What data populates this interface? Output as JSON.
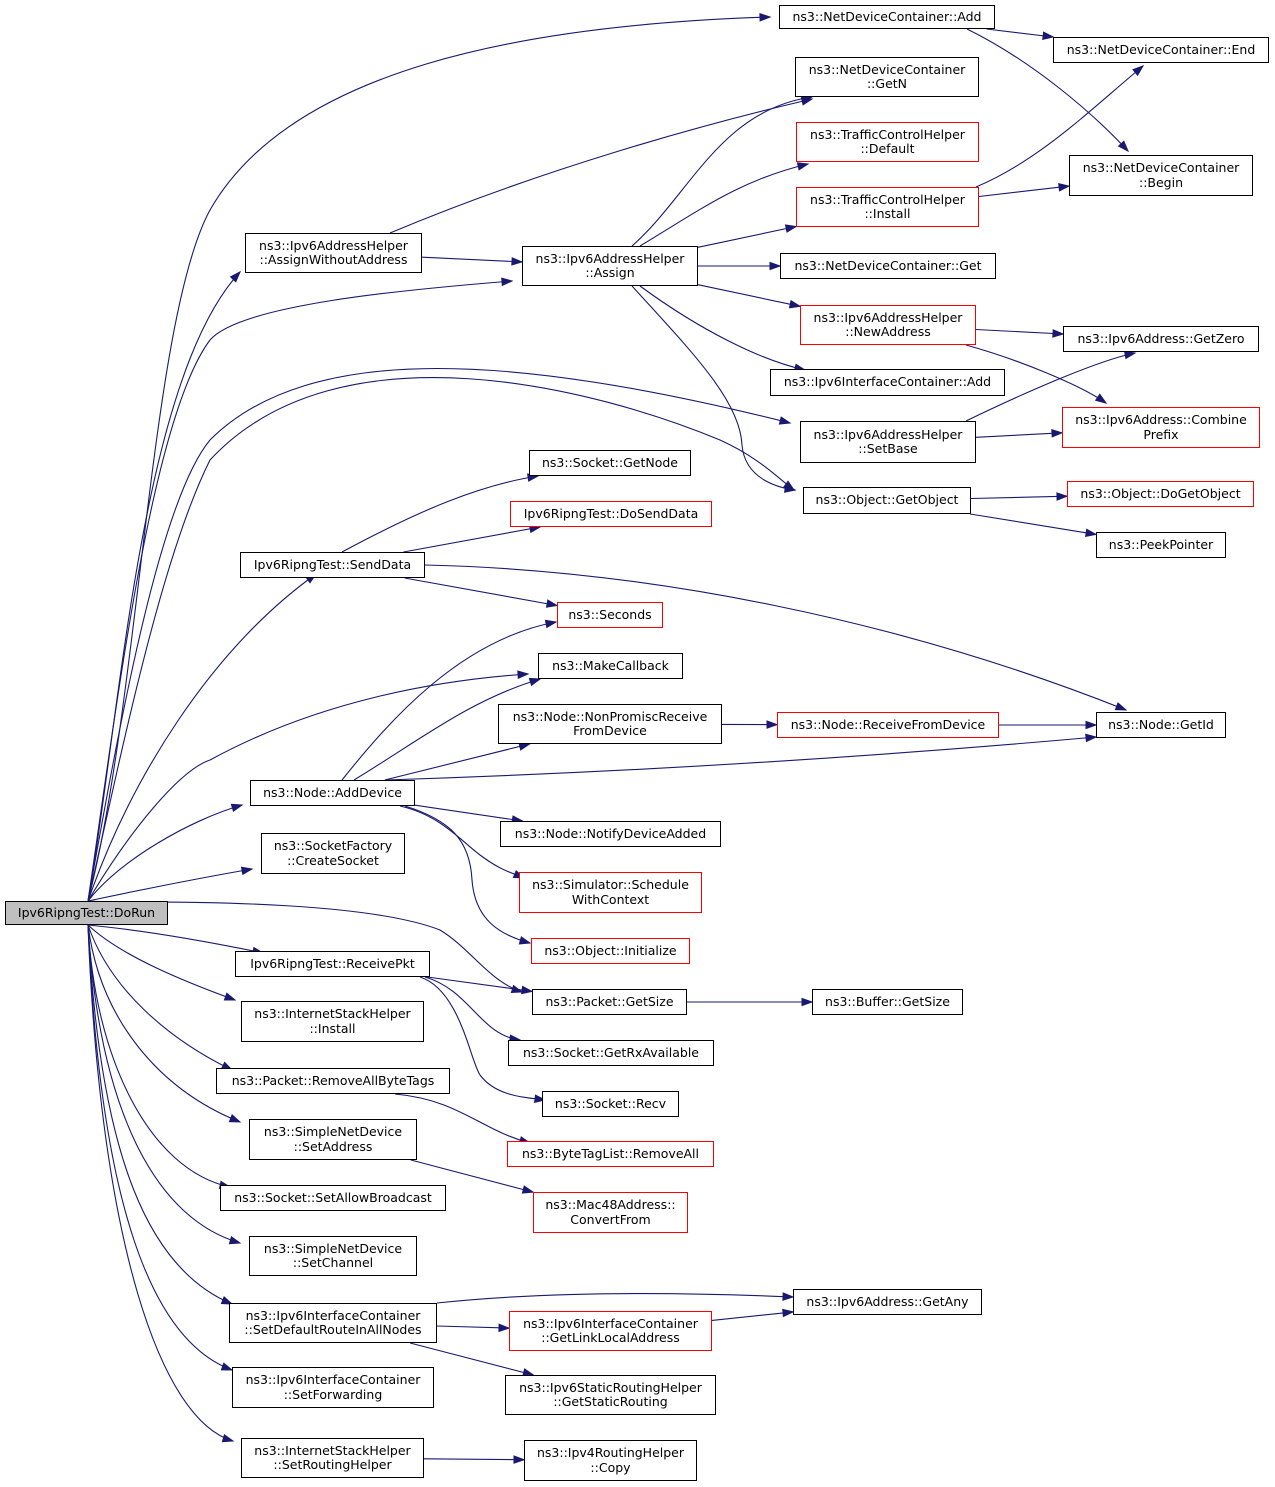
{
  "colors": {
    "edge": "#191970",
    "root_fill": "#bfbfbf",
    "truncated_border": "#ff0000",
    "border": "#000000"
  },
  "nodes": [
    {
      "id": "dorun",
      "label": "Ipv6RipngTest::DoRun",
      "root": true
    },
    {
      "id": "ndc_add",
      "label": "ns3::NetDeviceContainer::Add"
    },
    {
      "id": "ndc_end",
      "label": "ns3::NetDeviceContainer::End"
    },
    {
      "id": "ndc_getn",
      "label": "ns3::NetDeviceContainer\n::GetN"
    },
    {
      "id": "tch_default",
      "label": "ns3::TrafficControlHelper\n::Default",
      "truncated": true
    },
    {
      "id": "ndc_begin",
      "label": "ns3::NetDeviceContainer\n::Begin"
    },
    {
      "id": "tch_install",
      "label": "ns3::TrafficControlHelper\n::Install",
      "truncated": true
    },
    {
      "id": "iah_awa",
      "label": "ns3::Ipv6AddressHelper\n::AssignWithoutAddress"
    },
    {
      "id": "iah_assign",
      "label": "ns3::Ipv6AddressHelper\n::Assign"
    },
    {
      "id": "ndc_get",
      "label": "ns3::NetDeviceContainer::Get"
    },
    {
      "id": "iah_newaddr",
      "label": "ns3::Ipv6AddressHelper\n::NewAddress",
      "truncated": true
    },
    {
      "id": "ia_getzero",
      "label": "ns3::Ipv6Address::GetZero"
    },
    {
      "id": "iic_add",
      "label": "ns3::Ipv6InterfaceContainer::Add"
    },
    {
      "id": "iah_setbase",
      "label": "ns3::Ipv6AddressHelper\n::SetBase"
    },
    {
      "id": "ia_combine",
      "label": "ns3::Ipv6Address::Combine\nPrefix",
      "truncated": true
    },
    {
      "id": "sock_getnode",
      "label": "ns3::Socket::GetNode"
    },
    {
      "id": "obj_getobject",
      "label": "ns3::Object::GetObject"
    },
    {
      "id": "obj_dogetobject",
      "label": "ns3::Object::DoGetObject",
      "truncated": true
    },
    {
      "id": "rt_dosenddata",
      "label": "Ipv6RipngTest::DoSendData",
      "truncated": true
    },
    {
      "id": "peekpointer",
      "label": "ns3::PeekPointer"
    },
    {
      "id": "rt_senddata",
      "label": "Ipv6RipngTest::SendData"
    },
    {
      "id": "seconds",
      "label": "ns3::Seconds",
      "truncated": true
    },
    {
      "id": "makecallback",
      "label": "ns3::MakeCallback"
    },
    {
      "id": "node_npr",
      "label": "ns3::Node::NonPromiscReceive\nFromDevice"
    },
    {
      "id": "node_rfd",
      "label": "ns3::Node::ReceiveFromDevice",
      "truncated": true
    },
    {
      "id": "node_getid",
      "label": "ns3::Node::GetId"
    },
    {
      "id": "node_adddevice",
      "label": "ns3::Node::AddDevice"
    },
    {
      "id": "node_nda",
      "label": "ns3::Node::NotifyDeviceAdded"
    },
    {
      "id": "sf_createsocket",
      "label": "ns3::SocketFactory\n::CreateSocket"
    },
    {
      "id": "sim_swc",
      "label": "ns3::Simulator::Schedule\nWithContext",
      "truncated": true
    },
    {
      "id": "obj_initialize",
      "label": "ns3::Object::Initialize",
      "truncated": true
    },
    {
      "id": "rt_receivepkt",
      "label": "Ipv6RipngTest::ReceivePkt"
    },
    {
      "id": "pkt_getsize",
      "label": "ns3::Packet::GetSize"
    },
    {
      "id": "buf_getsize",
      "label": "ns3::Buffer::GetSize"
    },
    {
      "id": "ish_install",
      "label": "ns3::InternetStackHelper\n::Install"
    },
    {
      "id": "sock_getrx",
      "label": "ns3::Socket::GetRxAvailable"
    },
    {
      "id": "pkt_rabt",
      "label": "ns3::Packet::RemoveAllByteTags"
    },
    {
      "id": "sock_recv",
      "label": "ns3::Socket::Recv"
    },
    {
      "id": "snd_setaddress",
      "label": "ns3::SimpleNetDevice\n::SetAddress"
    },
    {
      "id": "btl_removeall",
      "label": "ns3::ByteTagList::RemoveAll",
      "truncated": true
    },
    {
      "id": "sock_sab",
      "label": "ns3::Socket::SetAllowBroadcast"
    },
    {
      "id": "mac48_convert",
      "label": "ns3::Mac48Address::\nConvertFrom",
      "truncated": true
    },
    {
      "id": "snd_setchannel",
      "label": "ns3::SimpleNetDevice\n::SetChannel"
    },
    {
      "id": "iic_sdr",
      "label": "ns3::Ipv6InterfaceContainer\n::SetDefaultRouteInAllNodes"
    },
    {
      "id": "ia_getany",
      "label": "ns3::Ipv6Address::GetAny"
    },
    {
      "id": "iic_glla",
      "label": "ns3::Ipv6InterfaceContainer\n::GetLinkLocalAddress",
      "truncated": true
    },
    {
      "id": "isrh_gsr",
      "label": "ns3::Ipv6StaticRoutingHelper\n::GetStaticRouting"
    },
    {
      "id": "iic_setfwd",
      "label": "ns3::Ipv6InterfaceContainer\n::SetForwarding"
    },
    {
      "id": "ish_srh",
      "label": "ns3::InternetStackHelper\n::SetRoutingHelper"
    },
    {
      "id": "i4rh_copy",
      "label": "ns3::Ipv4RoutingHelper\n::Copy"
    }
  ],
  "edges": [
    [
      "dorun",
      "ndc_add"
    ],
    [
      "dorun",
      "iah_awa"
    ],
    [
      "dorun",
      "iah_assign"
    ],
    [
      "dorun",
      "iah_setbase"
    ],
    [
      "dorun",
      "obj_getobject"
    ],
    [
      "dorun",
      "rt_senddata"
    ],
    [
      "dorun",
      "makecallback"
    ],
    [
      "dorun",
      "node_adddevice"
    ],
    [
      "dorun",
      "sf_createsocket"
    ],
    [
      "dorun",
      "pkt_getsize"
    ],
    [
      "dorun",
      "rt_receivepkt"
    ],
    [
      "dorun",
      "ish_install"
    ],
    [
      "dorun",
      "pkt_rabt"
    ],
    [
      "dorun",
      "snd_setaddress"
    ],
    [
      "dorun",
      "sock_sab"
    ],
    [
      "dorun",
      "snd_setchannel"
    ],
    [
      "dorun",
      "iic_sdr"
    ],
    [
      "dorun",
      "iic_setfwd"
    ],
    [
      "dorun",
      "ish_srh"
    ],
    [
      "ndc_add",
      "ndc_end"
    ],
    [
      "ndc_add",
      "ndc_begin"
    ],
    [
      "iah_awa",
      "ndc_getn"
    ],
    [
      "iah_awa",
      "iah_assign"
    ],
    [
      "iah_assign",
      "ndc_getn"
    ],
    [
      "iah_assign",
      "tch_default"
    ],
    [
      "iah_assign",
      "tch_install"
    ],
    [
      "iah_assign",
      "ndc_get"
    ],
    [
      "iah_assign",
      "iah_newaddr"
    ],
    [
      "iah_assign",
      "iic_add"
    ],
    [
      "iah_assign",
      "obj_getobject"
    ],
    [
      "tch_install",
      "ndc_end"
    ],
    [
      "tch_install",
      "ndc_begin"
    ],
    [
      "iah_newaddr",
      "ia_getzero"
    ],
    [
      "iah_newaddr",
      "ia_combine"
    ],
    [
      "iah_setbase",
      "ia_getzero"
    ],
    [
      "iah_setbase",
      "ia_combine"
    ],
    [
      "obj_getobject",
      "obj_dogetobject"
    ],
    [
      "obj_getobject",
      "peekpointer"
    ],
    [
      "rt_senddata",
      "sock_getnode"
    ],
    [
      "rt_senddata",
      "rt_dosenddata"
    ],
    [
      "rt_senddata",
      "seconds"
    ],
    [
      "rt_senddata",
      "node_getid"
    ],
    [
      "node_npr",
      "node_rfd"
    ],
    [
      "node_rfd",
      "node_getid"
    ],
    [
      "node_adddevice",
      "seconds"
    ],
    [
      "node_adddevice",
      "makecallback"
    ],
    [
      "node_adddevice",
      "node_npr"
    ],
    [
      "node_adddevice",
      "node_getid"
    ],
    [
      "node_adddevice",
      "node_nda"
    ],
    [
      "node_adddevice",
      "sim_swc"
    ],
    [
      "node_adddevice",
      "obj_initialize"
    ],
    [
      "rt_receivepkt",
      "pkt_getsize"
    ],
    [
      "rt_receivepkt",
      "sock_getrx"
    ],
    [
      "rt_receivepkt",
      "sock_recv"
    ],
    [
      "pkt_getsize",
      "buf_getsize"
    ],
    [
      "pkt_rabt",
      "btl_removeall"
    ],
    [
      "snd_setaddress",
      "mac48_convert"
    ],
    [
      "iic_sdr",
      "ia_getany"
    ],
    [
      "iic_sdr",
      "iic_glla"
    ],
    [
      "iic_sdr",
      "isrh_gsr"
    ],
    [
      "iic_glla",
      "ia_getany"
    ],
    [
      "ish_srh",
      "i4rh_copy"
    ]
  ]
}
